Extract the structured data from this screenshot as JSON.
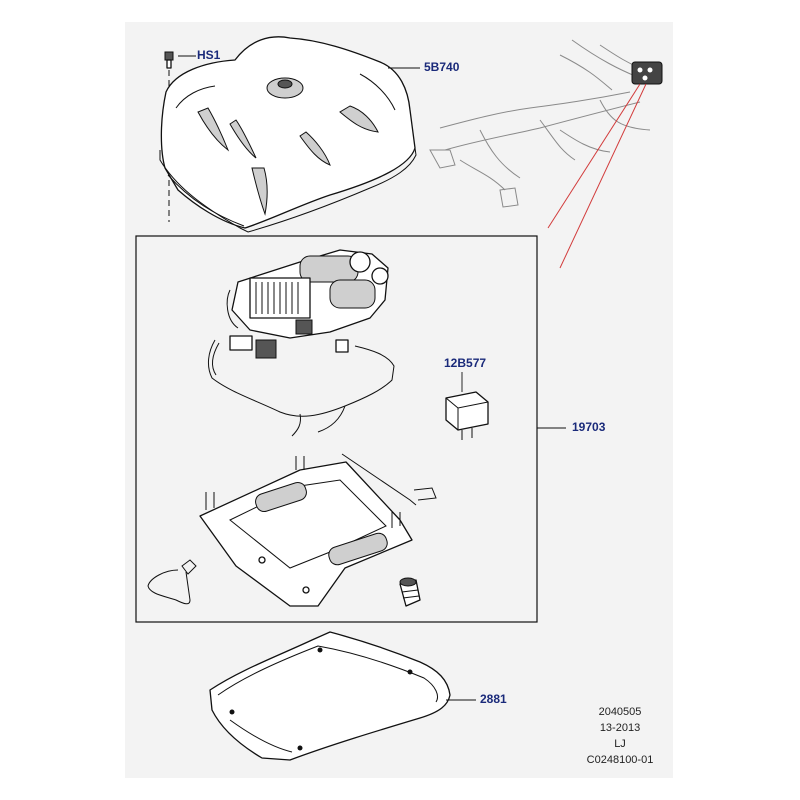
{
  "callouts": {
    "hs1": "HS1",
    "cover": "5B740",
    "relay": "12B577",
    "compressor_assembly": "19703",
    "tray": "2881"
  },
  "footer": {
    "line1": "2040505",
    "line2": "13-2013",
    "line3": "LJ",
    "line4": "C0248100-01"
  },
  "colors": {
    "callout_text": "#1a2a7a",
    "sheet_background": "#f3f3f3",
    "locator_lines": "#d23b3b"
  }
}
